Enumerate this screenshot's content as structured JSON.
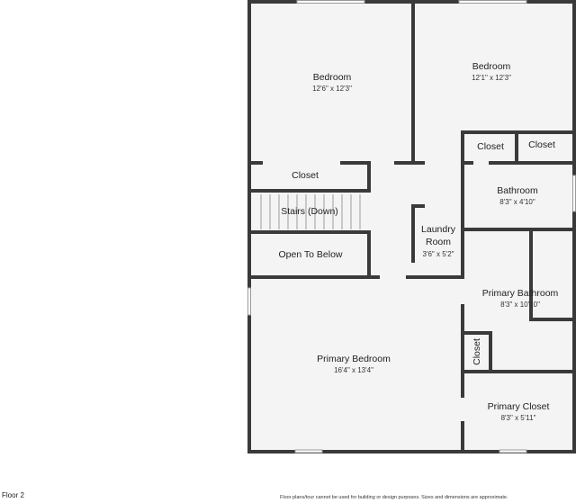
{
  "rooms": {
    "bedroom_left": {
      "name": "Bedroom",
      "dims": "12'6\" x 12'3\""
    },
    "bedroom_right": {
      "name": "Bedroom",
      "dims": "12'1\" x 12'3\""
    },
    "closet_a": {
      "name": "Closet"
    },
    "closet_b": {
      "name": "Closet"
    },
    "closet_hall": {
      "name": "Closet"
    },
    "bathroom": {
      "name": "Bathroom",
      "dims": "8'3\" x 4'10\""
    },
    "stairs": {
      "name": "Stairs (Down)"
    },
    "laundry": {
      "name_line1": "Laundry",
      "name_line2": "Room",
      "dims": "3'6\" x 5'2\""
    },
    "open_to_below": {
      "name": "Open To Below"
    },
    "primary_bathroom": {
      "name": "Primary Bathroom",
      "dims": "8'3\" x 10'10\""
    },
    "closet_vertical": {
      "name": "Closet"
    },
    "primary_bedroom": {
      "name": "Primary Bedroom",
      "dims": "16'4\" x 13'4\""
    },
    "primary_closet": {
      "name": "Primary Closet",
      "dims": "8'3\" x 5'11\""
    }
  },
  "footer": {
    "floor_label": "Floor 2",
    "disclaimer": "Floor plans/tour cannot be used for building or design purposes. Sizes and dimensions are approximate."
  },
  "colors": {
    "wall": "#3a3a3a",
    "floor": "#f4f4f4",
    "window": "#bdbdbd"
  }
}
